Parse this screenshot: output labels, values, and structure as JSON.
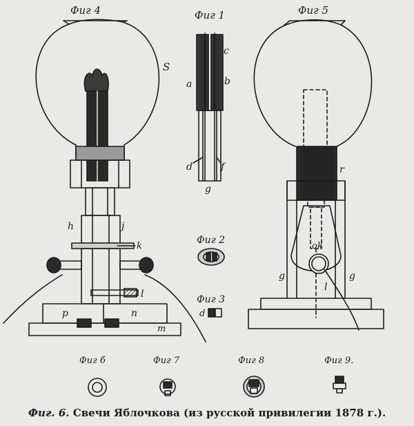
{
  "figures": {
    "fig4": "Фиг 4",
    "fig1": "Фиг 1",
    "fig5": "Фиг 5",
    "fig2": "Фиг 2",
    "fig3": "Фиг 3",
    "fig6": "Фиг б",
    "fig7": "Фиг 7",
    "fig8": "Фиг 8",
    "fig9": "Фиг 9."
  },
  "letters": {
    "s": "S",
    "h": "h",
    "j": "j",
    "k": "k",
    "l": "l",
    "p": "p",
    "n": "n",
    "m": "m",
    "c": "c",
    "a": "a",
    "b": "b",
    "d": "d",
    "f": "f",
    "g": "g",
    "r": "r",
    "ok": "ok",
    "g_left": "g",
    "g_right": "g",
    "l5": "l",
    "fig3_d": "d"
  },
  "caption": {
    "prefix": "Фиг. 6.",
    "text": "Свечи Яблочкова (из русской привилегии 1878 г.)."
  }
}
